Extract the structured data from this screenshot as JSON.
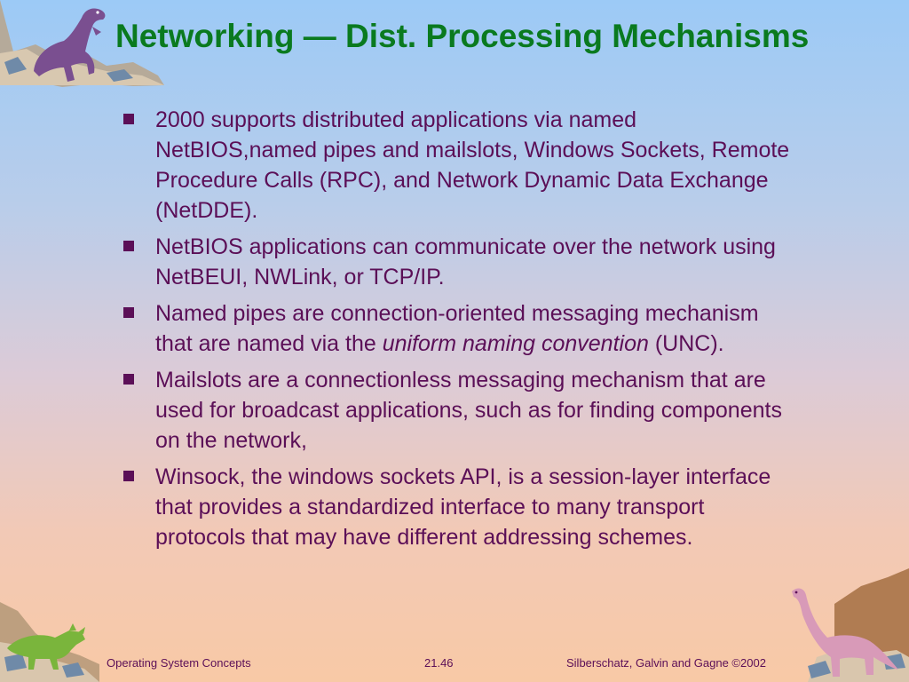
{
  "slide": {
    "title": "Networking — Dist. Processing Mechanisms"
  },
  "bullets": [
    {
      "parts": [
        {
          "text": "2000 supports distributed applications via named NetBIOS,named pipes and mailslots, Windows Sockets, Remote Procedure Calls (RPC), and Network Dynamic Data Exchange (NetDDE)."
        }
      ]
    },
    {
      "parts": [
        {
          "text": "NetBIOS applications can communicate over the network using NetBEUI, NWLink, or TCP/IP."
        }
      ]
    },
    {
      "parts": [
        {
          "text": "Named pipes are connection-oriented messaging mechanism that are named via the "
        },
        {
          "text": "uniform naming convention",
          "italic": true
        },
        {
          "text": " (UNC)."
        }
      ]
    },
    {
      "parts": [
        {
          "text": "Mailslots are a connectionless messaging mechanism that are used for broadcast applications, such as for finding components on the network,"
        }
      ]
    },
    {
      "parts": [
        {
          "text": "Winsock, the windows sockets API, is a session-layer interface that provides a standardized interface to many transport protocols that may have different addressing schemes."
        }
      ]
    }
  ],
  "footer": {
    "course": "Operating System Concepts",
    "slide_number": "21.46",
    "authors": "Silberschatz, Galvin and  Gagne ©2002"
  },
  "colors": {
    "title": "#0a7a1f",
    "text": "#5b0f57",
    "background_top": "#9ccaf6",
    "background_bottom": "#f8c9a6"
  }
}
